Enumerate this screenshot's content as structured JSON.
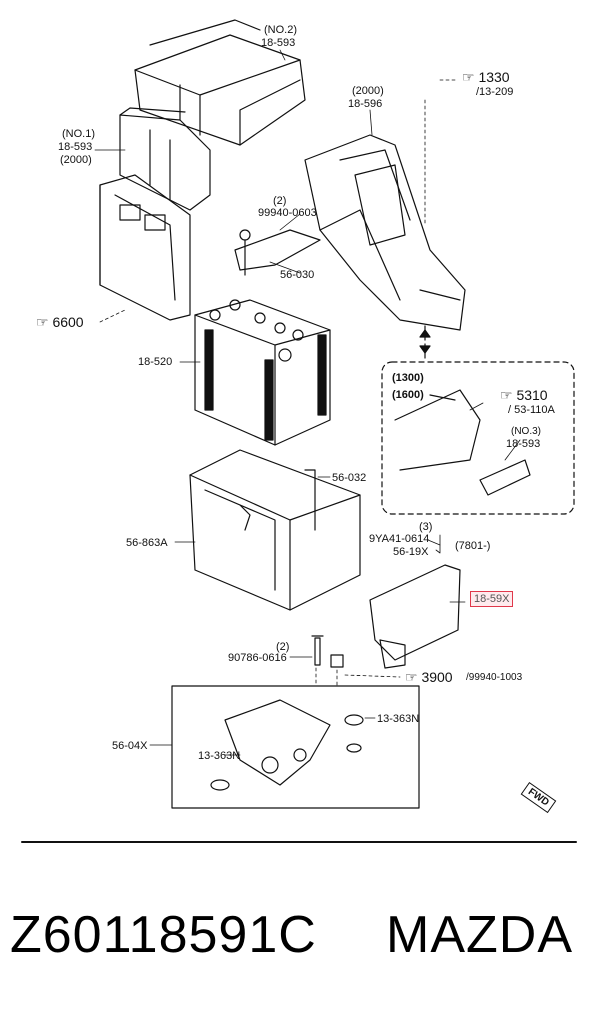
{
  "labels": {
    "no2_tag": "(NO.2)",
    "no2_part": "18-593",
    "no1_tag": "(NO.1)",
    "no1_part": "18-593",
    "no1_year": "(2000)",
    "duct_year": "(2000)",
    "duct_part": "18-596",
    "ref_1330": "1330",
    "ref_1330_sub": "/13-209",
    "bolt_qty": "(2)",
    "bolt_part": "99940-0603",
    "clamp_part": "56-030",
    "ref_6600": "6600",
    "battery_part": "18-520",
    "inset_1300": "(1300)",
    "inset_1600": "(1600)",
    "ref_5310": "5310",
    "ref_5310_sub": "/ 53-110A",
    "inset_no3": "(NO.3)",
    "inset_part": "18-593",
    "rod_part": "56-032",
    "tray_part": "56-863A",
    "nut_qty": "(3)",
    "nut_part": "9YA41-0614",
    "cover_part": "56-19X",
    "cover_date": "(7801-)",
    "highlight_part": "18-59X",
    "bolt2_qty": "(2)",
    "bolt2_part": "90786-0616",
    "ref_3900": "3900",
    "ref_3900_sub": "/99940-1003",
    "base_part": "56-04X",
    "grommet_a": "13-363N",
    "grommet_b": "13-363N",
    "fwd": "FWD"
  },
  "caption": {
    "part_number": "Z60118591C",
    "brand": "MAZDA"
  },
  "colors": {
    "highlight": "#e0384b",
    "line": "#111111"
  }
}
